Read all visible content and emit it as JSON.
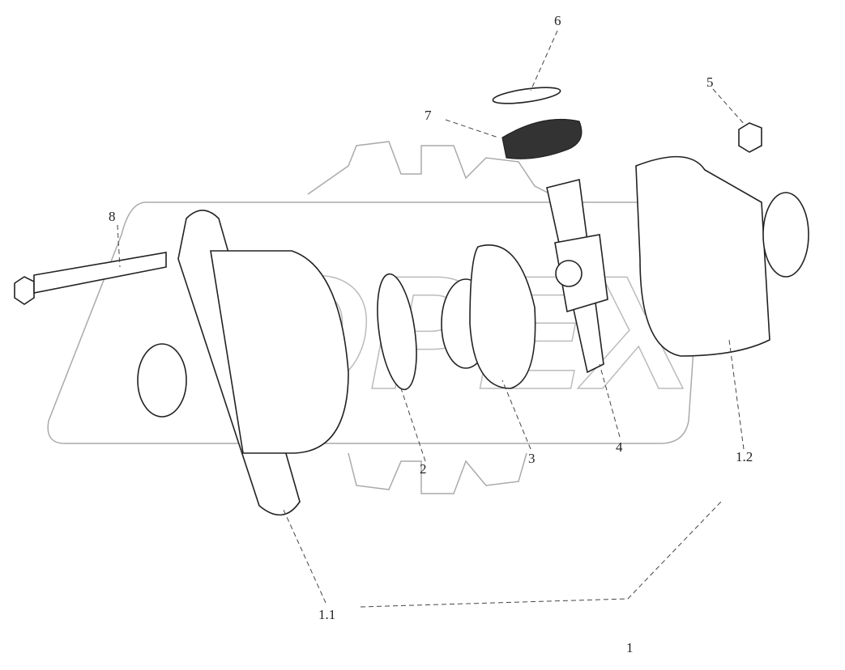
{
  "watermark": "OPEX",
  "callouts": [
    {
      "id": "1",
      "label": "1"
    },
    {
      "id": "1.1",
      "label": "1.1"
    },
    {
      "id": "1.2",
      "label": "1.2"
    },
    {
      "id": "2",
      "label": "2"
    },
    {
      "id": "3",
      "label": "3"
    },
    {
      "id": "4",
      "label": "4"
    },
    {
      "id": "5",
      "label": "5"
    },
    {
      "id": "6",
      "label": "6"
    },
    {
      "id": "7",
      "label": "7"
    },
    {
      "id": "8",
      "label": "8"
    }
  ]
}
